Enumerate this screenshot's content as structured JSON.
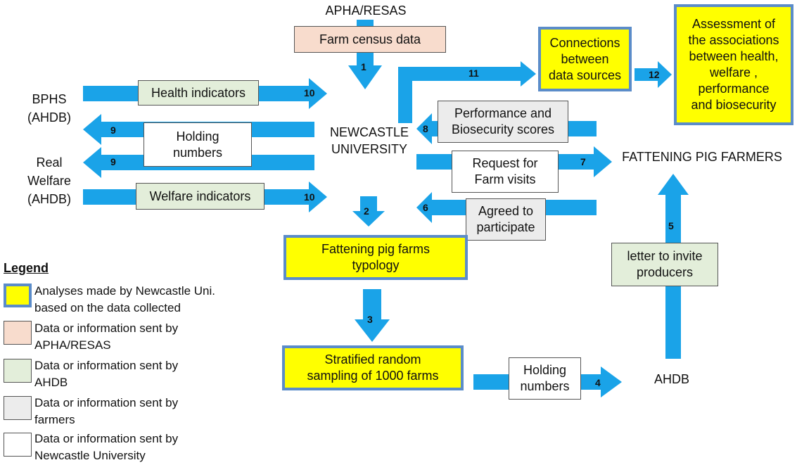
{
  "colors": {
    "arrow": "#1aa3e8",
    "analysis_fill": "#ffff00",
    "analysis_border": "#5b8cc9",
    "apha_fill": "#f8dccd",
    "ahdb_fill": "#e3eeda",
    "farmers_fill": "#ececec",
    "newcastle_fill": "#ffffff"
  },
  "actors": {
    "apha": "APHA/RESAS",
    "bphs": "BPHS\n(AHDB)",
    "realwelfare": "Real\nWelfare\n(AHDB)",
    "newcastle": "NEWCASTLE\nUNIVERSITY",
    "farmers": "FATTENING PIG FARMERS",
    "ahdb": "AHDB"
  },
  "boxes": {
    "census": "Farm census data",
    "health": "Health indicators",
    "holding_left": "Holding\nnumbers",
    "welfare": "Welfare indicators",
    "connections": "Connections\nbetween\ndata sources",
    "assessment": "Assessment of\nthe associations\nbetween health,\nwelfare ,\nperformance\nand biosecurity",
    "perf": "Performance and\nBiosecurity scores",
    "request": "Request for\nFarm visits",
    "agreed": "Agreed to\nparticipate",
    "typology": "Fattening pig farms\ntypology",
    "letter": "letter to invite\nproducers",
    "sampling": "Stratified random\nsampling of 1000 farms",
    "holding_bottom": "Holding\nnumbers"
  },
  "steps": {
    "s1": "1",
    "s2": "2",
    "s3": "3",
    "s4": "4",
    "s5": "5",
    "s6": "6",
    "s7": "7",
    "s8": "8",
    "s9a": "9",
    "s9b": "9",
    "s10a": "10",
    "s10b": "10",
    "s11": "11",
    "s12": "12"
  },
  "legend": {
    "title": "Legend",
    "items": [
      "Analyses made by Newcastle Uni.\nbased on the data collected",
      "Data or information sent by\nAPHA/RESAS",
      "Data or information sent by\nAHDB",
      "Data or information sent by\nfarmers",
      "Data or information sent by\nNewcastle University"
    ]
  }
}
